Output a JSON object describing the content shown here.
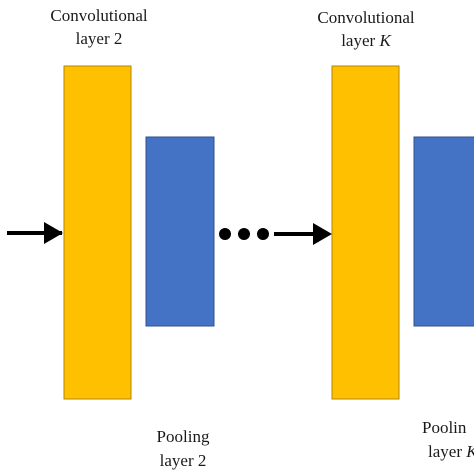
{
  "colors": {
    "conv_fill": "#FFC000",
    "conv_stroke": "#B38600",
    "pool_fill": "#4472C4",
    "pool_stroke": "#2F528F",
    "arrow": "#000000",
    "text": "#1a1a1a"
  },
  "labels": {
    "conv2_line1": "Convolutional",
    "conv2_line2": "layer 2",
    "convK_line1": "Convolutional",
    "convK_line2_prefix": "layer ",
    "convK_line2_var": "K",
    "pool2_line1": "Pooling",
    "pool2_line2": "layer 2",
    "poolK_line1": "Poolin",
    "poolK_line2_prefix": "layer ",
    "poolK_line2_var": "K"
  },
  "ellipsis_dot_count": 3
}
